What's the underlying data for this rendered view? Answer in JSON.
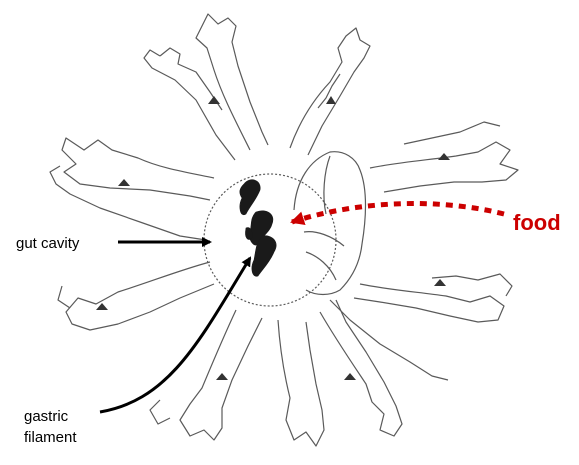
{
  "labels": {
    "gut_cavity": "gut cavity",
    "gastric_line1": "gastric",
    "gastric_line2": "filament",
    "food": "food"
  },
  "colors": {
    "line": "#5a5a5a",
    "ink": "#1a1a1a",
    "arrow": "#000000",
    "food": "#cc0000"
  }
}
